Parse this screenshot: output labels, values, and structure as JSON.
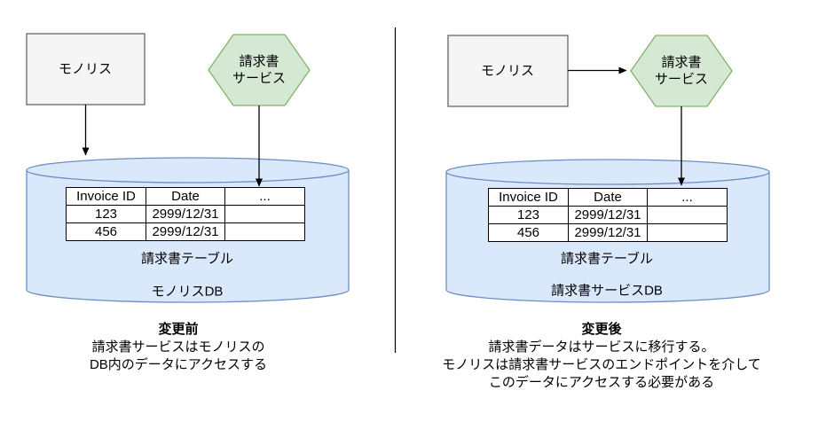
{
  "colors": {
    "background": "#ffffff",
    "monolith_fill": "#f5f5f5",
    "monolith_stroke": "#666666",
    "service_fill": "#d5e8d4",
    "service_stroke": "#82b366",
    "db_fill": "#dae8fc",
    "db_stroke": "#6c8ebf",
    "table_fill": "#ffffff",
    "line": "#000000"
  },
  "invoice_table": {
    "headers": [
      "Invoice ID",
      "Date",
      "..."
    ],
    "rows": [
      [
        "123",
        "2999/12/31",
        ""
      ],
      [
        "456",
        "2999/12/31",
        ""
      ]
    ]
  },
  "left": {
    "monolith_label": "モノリス",
    "service_label": [
      "請求書",
      "サービス"
    ],
    "table_caption": "請求書テーブル",
    "db_name": "モノリスDB",
    "summary_title": "変更前",
    "summary_lines": [
      "請求書サービスはモノリスの",
      "DB内のデータにアクセスする"
    ]
  },
  "right": {
    "monolith_label": "モノリス",
    "service_label": [
      "請求書",
      "サービス"
    ],
    "table_caption": "請求書テーブル",
    "db_name": "請求書サービスDB",
    "summary_title": "変更後",
    "summary_lines": [
      "請求書データはサービスに移行する。",
      "モノリスは請求書サービスのエンドポイントを介して",
      "このデータにアクセスする必要がある"
    ]
  }
}
